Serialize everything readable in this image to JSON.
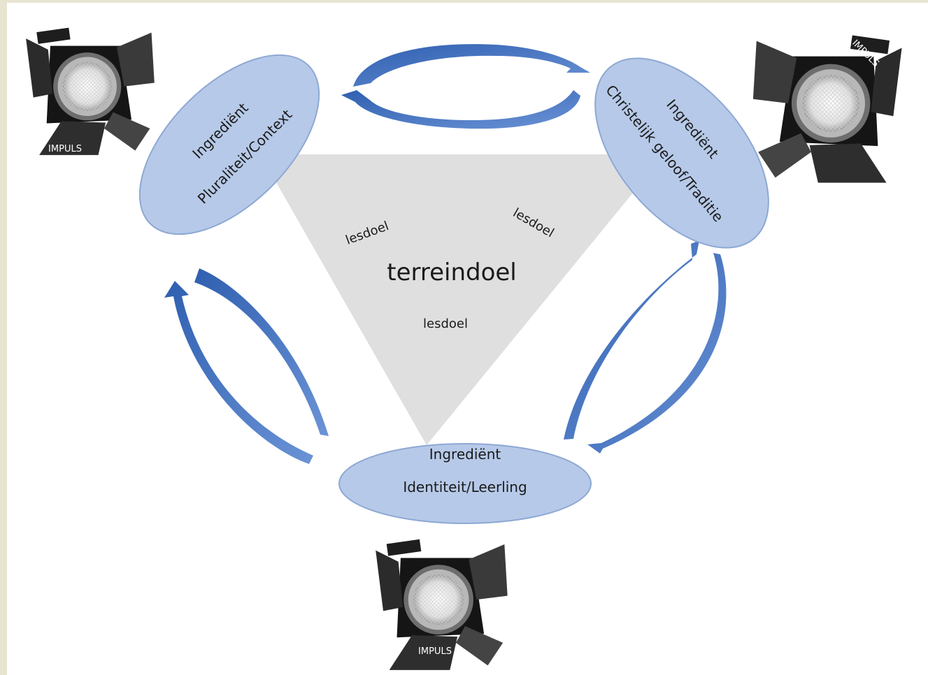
{
  "center": {
    "title": "terreindoel"
  },
  "goals": [
    "lesdoel",
    "lesdoel",
    "lesdoel"
  ],
  "ingredients": {
    "left": {
      "line1": "Ingrediënt",
      "line2": "Pluraliteit/Context"
    },
    "right": {
      "line1": "Ingrediënt",
      "line2": "Christelijk geloof/Traditie"
    },
    "bottom": {
      "line1": "Ingrediënt",
      "line2": "Identiteit/Leerling"
    }
  },
  "spotlights": {
    "label": "IMPULS"
  },
  "colors": {
    "ellipse_fill": "#b6c9e8",
    "ellipse_stroke": "#8ea8d4",
    "arrow": "#4a76c4",
    "triangle": "#e0dfe0"
  }
}
